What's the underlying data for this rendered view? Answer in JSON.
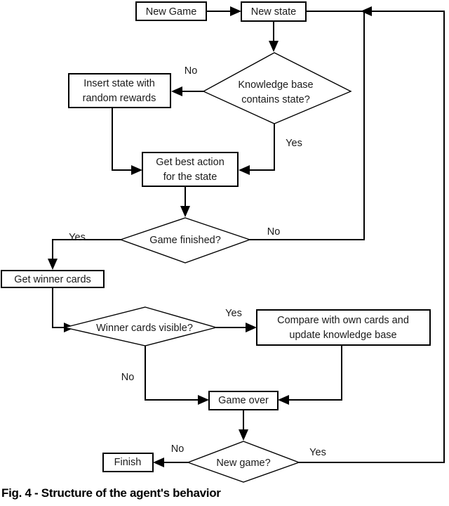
{
  "figure": {
    "caption": "Fig.  4 - Structure of the agent's behavior"
  },
  "diagram": {
    "type": "flowchart",
    "nodes": [
      {
        "id": "new-game",
        "shape": "process",
        "lines": [
          "New Game"
        ]
      },
      {
        "id": "new-state",
        "shape": "process",
        "lines": [
          "New state"
        ]
      },
      {
        "id": "kb-contains",
        "shape": "decision",
        "lines": [
          "Knowledge base",
          "contains state?"
        ]
      },
      {
        "id": "insert-state",
        "shape": "process",
        "lines": [
          "Insert state with",
          "random rewards"
        ]
      },
      {
        "id": "get-best-action",
        "shape": "process",
        "lines": [
          "Get best action",
          "for the state"
        ]
      },
      {
        "id": "game-finished",
        "shape": "decision",
        "lines": [
          "Game finished?"
        ]
      },
      {
        "id": "get-winner-cards",
        "shape": "process",
        "lines": [
          "Get winner cards"
        ]
      },
      {
        "id": "cards-visible",
        "shape": "decision",
        "lines": [
          "Winner cards visible?"
        ]
      },
      {
        "id": "compare-update",
        "shape": "process",
        "lines": [
          "Compare with own cards and",
          "update knowledge base"
        ]
      },
      {
        "id": "game-over",
        "shape": "process",
        "lines": [
          "Game over"
        ]
      },
      {
        "id": "new-game-q",
        "shape": "decision",
        "lines": [
          "New game?"
        ]
      },
      {
        "id": "finish",
        "shape": "process",
        "lines": [
          "Finish"
        ]
      }
    ],
    "edges": [
      {
        "from": "new-game",
        "to": "new-state",
        "label": ""
      },
      {
        "from": "new-state",
        "to": "kb-contains",
        "label": ""
      },
      {
        "from": "kb-contains",
        "to": "insert-state",
        "label": "No"
      },
      {
        "from": "kb-contains",
        "to": "get-best-action",
        "label": "Yes"
      },
      {
        "from": "insert-state",
        "to": "get-best-action",
        "label": ""
      },
      {
        "from": "get-best-action",
        "to": "game-finished",
        "label": ""
      },
      {
        "from": "game-finished",
        "to": "get-winner-cards",
        "label": "Yes"
      },
      {
        "from": "game-finished",
        "to": "new-state",
        "label": "No"
      },
      {
        "from": "get-winner-cards",
        "to": "cards-visible",
        "label": ""
      },
      {
        "from": "cards-visible",
        "to": "compare-update",
        "label": "Yes"
      },
      {
        "from": "cards-visible",
        "to": "game-over",
        "label": "No"
      },
      {
        "from": "compare-update",
        "to": "game-over",
        "label": ""
      },
      {
        "from": "game-over",
        "to": "new-game-q",
        "label": ""
      },
      {
        "from": "new-game-q",
        "to": "finish",
        "label": "No"
      },
      {
        "from": "new-game-q",
        "to": "new-state",
        "label": "Yes"
      }
    ],
    "edge_labels": {
      "kb_no": "No",
      "kb_yes": "Yes",
      "finished_yes": "Yes",
      "finished_no": "No",
      "visible_yes": "Yes",
      "visible_no": "No",
      "newgame_no": "No",
      "newgame_yes": "Yes"
    },
    "colors": {
      "stroke": "#000000",
      "fill": "#ffffff",
      "text": "#1a1a1a"
    }
  }
}
